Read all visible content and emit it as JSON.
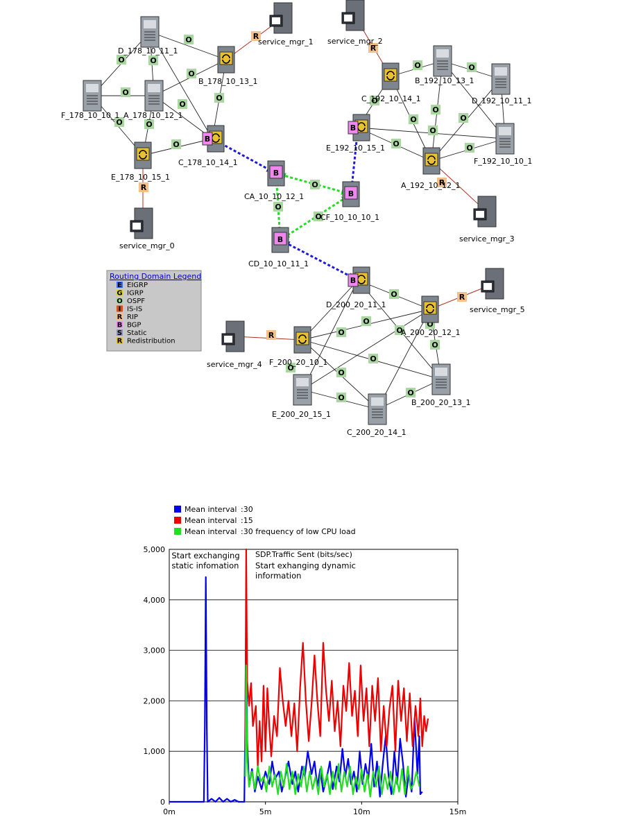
{
  "network": {
    "nodes": [
      {
        "id": "D_178",
        "label": "D_178_10_11_1",
        "kind": "server"
      },
      {
        "id": "B_178",
        "label": "B_178_10_13_1",
        "kind": "router"
      },
      {
        "id": "F_178",
        "label": "F_178_10_10_1",
        "kind": "server"
      },
      {
        "id": "A_178",
        "label": "A_178_10_12_1",
        "kind": "server"
      },
      {
        "id": "C_178",
        "label": "C_178_10_14_1",
        "kind": "bgp-router"
      },
      {
        "id": "E_178",
        "label": "E_178_10_15_1",
        "kind": "router"
      },
      {
        "id": "SM0",
        "label": "service_mgr_0",
        "kind": "manager"
      },
      {
        "id": "SM1",
        "label": "service_mgr_1",
        "kind": "manager"
      },
      {
        "id": "SM2",
        "label": "service_mgr_2",
        "kind": "manager"
      },
      {
        "id": "C_192",
        "label": "C_192_10_14_1",
        "kind": "router"
      },
      {
        "id": "B_192",
        "label": "B_192_10_13_1",
        "kind": "server"
      },
      {
        "id": "D_192",
        "label": "D_192_10_11_1",
        "kind": "server"
      },
      {
        "id": "E_192",
        "label": "E_192_10_15_1",
        "kind": "bgp-router"
      },
      {
        "id": "F_192",
        "label": "F_192_10_10_1",
        "kind": "server"
      },
      {
        "id": "A_192",
        "label": "A_192_10_12_1",
        "kind": "router"
      },
      {
        "id": "SM3",
        "label": "service_mgr_3",
        "kind": "manager"
      },
      {
        "id": "CA",
        "label": "CA_10_10_12_1",
        "kind": "bgp"
      },
      {
        "id": "CF",
        "label": "CF_10_10_10_1",
        "kind": "bgp"
      },
      {
        "id": "CD",
        "label": "CD_10_10_11_1",
        "kind": "bgp"
      },
      {
        "id": "D_200",
        "label": "D_200_20_11_1",
        "kind": "bgp-router"
      },
      {
        "id": "A_200",
        "label": "A_200_20_12_1",
        "kind": "router"
      },
      {
        "id": "SM5",
        "label": "service_mgr_5",
        "kind": "manager"
      },
      {
        "id": "SM4",
        "label": "service_mgr_4",
        "kind": "manager"
      },
      {
        "id": "F_200",
        "label": "F_200_20_10_1",
        "kind": "router"
      },
      {
        "id": "E_200",
        "label": "E_200_20_15_1",
        "kind": "server"
      },
      {
        "id": "B_200",
        "label": "B_200_20_13_1",
        "kind": "server"
      },
      {
        "id": "C_200",
        "label": "C_200_20_14_1",
        "kind": "server"
      }
    ],
    "badge_letters": {
      "ospf": "O",
      "rip": "R",
      "bgp": "B"
    },
    "colors": {
      "ospf_badge": "#a8d8a0",
      "rip_badge": "#f5c08a",
      "bgp_badge": "#ee88ee",
      "router": "#e8c030",
      "bgp_link": "#1a1adc",
      "core_link": "#22dd22",
      "rip_link": "#b03020"
    }
  },
  "legend": {
    "title": "Routing Domain Legend",
    "items": [
      {
        "code": "E",
        "name": "EIGRP",
        "color": "#3a6ee8"
      },
      {
        "code": "G",
        "name": "IGRP",
        "color": "#e0d030"
      },
      {
        "code": "O",
        "name": "OSPF",
        "color": "#a8d8a0"
      },
      {
        "code": "I",
        "name": "IS-IS",
        "color": "#d05020"
      },
      {
        "code": "R",
        "name": "RIP",
        "color": "#f5c08a"
      },
      {
        "code": "B",
        "name": "BGP",
        "color": "#ee88ee"
      },
      {
        "code": "S",
        "name": "Static",
        "color": "#9090c0"
      },
      {
        "code": "R",
        "name": "Redistribution",
        "color": "#e8c030"
      }
    ]
  },
  "chart_data": {
    "type": "line",
    "title": "SDP.Traffic Sent (bits/sec)",
    "xlabel": "",
    "ylabel": "",
    "xlim": [
      0,
      15
    ],
    "ylim": [
      0,
      5000
    ],
    "x_ticks": [
      "0m",
      "5m",
      "10m",
      "15m"
    ],
    "y_ticks": [
      "0",
      "1,000",
      "2,000",
      "3,000",
      "4,000",
      "5,000"
    ],
    "grid": true,
    "legend_position": "top-left",
    "series": [
      {
        "name": "Mean interval",
        "legend_value": "30",
        "color": "#0000ee",
        "points": [
          [
            0,
            0
          ],
          [
            1.8,
            0
          ],
          [
            1.85,
            1500
          ],
          [
            1.9,
            4450
          ],
          [
            1.95,
            1500
          ],
          [
            2.0,
            0
          ],
          [
            2.2,
            60
          ],
          [
            2.4,
            0
          ],
          [
            2.6,
            80
          ],
          [
            2.8,
            0
          ],
          [
            3.0,
            60
          ],
          [
            3.2,
            0
          ],
          [
            3.4,
            40
          ],
          [
            3.6,
            0
          ],
          [
            3.9,
            0
          ],
          [
            3.95,
            1500
          ],
          [
            4.0,
            3900
          ],
          [
            4.05,
            1200
          ],
          [
            4.15,
            300
          ],
          [
            4.3,
            650
          ],
          [
            4.45,
            200
          ],
          [
            4.6,
            500
          ],
          [
            4.8,
            250
          ],
          [
            5.0,
            600
          ],
          [
            5.2,
            350
          ],
          [
            5.35,
            800
          ],
          [
            5.5,
            450
          ],
          [
            5.7,
            600
          ],
          [
            5.85,
            200
          ],
          [
            6.0,
            450
          ],
          [
            6.2,
            800
          ],
          [
            6.4,
            350
          ],
          [
            6.55,
            600
          ],
          [
            6.7,
            200
          ],
          [
            6.9,
            700
          ],
          [
            7.05,
            500
          ],
          [
            7.2,
            1000
          ],
          [
            7.4,
            550
          ],
          [
            7.55,
            800
          ],
          [
            7.7,
            300
          ],
          [
            7.85,
            650
          ],
          [
            8.0,
            200
          ],
          [
            8.2,
            500
          ],
          [
            8.35,
            800
          ],
          [
            8.5,
            250
          ],
          [
            8.7,
            700
          ],
          [
            8.85,
            400
          ],
          [
            9.0,
            1050
          ],
          [
            9.15,
            500
          ],
          [
            9.3,
            850
          ],
          [
            9.45,
            350
          ],
          [
            9.6,
            600
          ],
          [
            9.75,
            200
          ],
          [
            9.9,
            1000
          ],
          [
            10.05,
            350
          ],
          [
            10.2,
            750
          ],
          [
            10.35,
            450
          ],
          [
            10.5,
            1150
          ],
          [
            10.65,
            300
          ],
          [
            10.8,
            800
          ],
          [
            10.95,
            100
          ],
          [
            11.1,
            750
          ],
          [
            11.25,
            1300
          ],
          [
            11.4,
            500
          ],
          [
            11.55,
            150
          ],
          [
            11.7,
            1000
          ],
          [
            11.85,
            350
          ],
          [
            12.0,
            1250
          ],
          [
            12.15,
            750
          ],
          [
            12.3,
            100
          ],
          [
            12.45,
            550
          ],
          [
            12.6,
            200
          ],
          [
            12.75,
            1650
          ],
          [
            12.9,
            550
          ],
          [
            13.0,
            1300
          ],
          [
            13.05,
            150
          ],
          [
            13.15,
            200
          ]
        ]
      },
      {
        "name": "Mean interval",
        "legend_value": "15",
        "color": "#ee0000",
        "points": [
          [
            3.95,
            1000
          ],
          [
            4.0,
            5000
          ],
          [
            4.05,
            2400
          ],
          [
            4.15,
            1900
          ],
          [
            4.25,
            2350
          ],
          [
            4.35,
            1500
          ],
          [
            4.5,
            1900
          ],
          [
            4.6,
            700
          ],
          [
            4.7,
            1600
          ],
          [
            4.8,
            800
          ],
          [
            4.9,
            2300
          ],
          [
            5.0,
            1000
          ],
          [
            5.1,
            2250
          ],
          [
            5.2,
            1500
          ],
          [
            5.3,
            900
          ],
          [
            5.45,
            1700
          ],
          [
            5.6,
            1300
          ],
          [
            5.75,
            2650
          ],
          [
            5.9,
            2000
          ],
          [
            6.05,
            1500
          ],
          [
            6.2,
            2000
          ],
          [
            6.35,
            1300
          ],
          [
            6.5,
            1950
          ],
          [
            6.65,
            1000
          ],
          [
            6.8,
            2250
          ],
          [
            6.95,
            3150
          ],
          [
            7.1,
            2000
          ],
          [
            7.25,
            1200
          ],
          [
            7.4,
            1950
          ],
          [
            7.55,
            2900
          ],
          [
            7.7,
            2000
          ],
          [
            7.85,
            1300
          ],
          [
            8.0,
            3150
          ],
          [
            8.15,
            2200
          ],
          [
            8.3,
            1600
          ],
          [
            8.45,
            2400
          ],
          [
            8.6,
            1400
          ],
          [
            8.75,
            2000
          ],
          [
            8.9,
            1100
          ],
          [
            9.05,
            2300
          ],
          [
            9.2,
            1800
          ],
          [
            9.35,
            2750
          ],
          [
            9.5,
            1700
          ],
          [
            9.65,
            2200
          ],
          [
            9.8,
            1300
          ],
          [
            9.95,
            2700
          ],
          [
            10.1,
            1600
          ],
          [
            10.25,
            2250
          ],
          [
            10.4,
            1100
          ],
          [
            10.55,
            2300
          ],
          [
            10.7,
            1600
          ],
          [
            10.85,
            2450
          ],
          [
            11.0,
            1000
          ],
          [
            11.15,
            1900
          ],
          [
            11.3,
            1100
          ],
          [
            11.45,
            1850
          ],
          [
            11.6,
            2300
          ],
          [
            11.75,
            1000
          ],
          [
            11.9,
            2400
          ],
          [
            12.05,
            1600
          ],
          [
            12.2,
            2250
          ],
          [
            12.35,
            1200
          ],
          [
            12.5,
            2150
          ],
          [
            12.65,
            1100
          ],
          [
            12.8,
            1900
          ],
          [
            12.95,
            1300
          ],
          [
            13.05,
            2050
          ],
          [
            13.15,
            1100
          ],
          [
            13.25,
            1700
          ],
          [
            13.35,
            1400
          ],
          [
            13.45,
            1650
          ]
        ]
      },
      {
        "name": "Mean interval",
        "legend_value": "30 frequency of low CPU load",
        "color": "#22dd22",
        "points": [
          [
            3.95,
            500
          ],
          [
            4.0,
            2700
          ],
          [
            4.05,
            800
          ],
          [
            4.15,
            300
          ],
          [
            4.3,
            600
          ],
          [
            4.45,
            250
          ],
          [
            4.6,
            700
          ],
          [
            4.75,
            400
          ],
          [
            4.9,
            500
          ],
          [
            5.05,
            200
          ],
          [
            5.2,
            700
          ],
          [
            5.35,
            300
          ],
          [
            5.5,
            550
          ],
          [
            5.65,
            150
          ],
          [
            5.8,
            600
          ],
          [
            5.95,
            300
          ],
          [
            6.1,
            750
          ],
          [
            6.25,
            250
          ],
          [
            6.4,
            600
          ],
          [
            6.55,
            150
          ],
          [
            6.7,
            550
          ],
          [
            6.85,
            300
          ],
          [
            7.0,
            700
          ],
          [
            7.15,
            200
          ],
          [
            7.3,
            600
          ],
          [
            7.45,
            250
          ],
          [
            7.6,
            500
          ],
          [
            7.75,
            150
          ],
          [
            7.9,
            700
          ],
          [
            8.05,
            300
          ],
          [
            8.2,
            550
          ],
          [
            8.35,
            150
          ],
          [
            8.5,
            600
          ],
          [
            8.65,
            250
          ],
          [
            8.8,
            750
          ],
          [
            8.95,
            200
          ],
          [
            9.1,
            600
          ],
          [
            9.25,
            300
          ],
          [
            9.4,
            700
          ],
          [
            9.55,
            150
          ],
          [
            9.7,
            500
          ],
          [
            9.85,
            250
          ],
          [
            10.0,
            650
          ],
          [
            10.15,
            200
          ],
          [
            10.3,
            550
          ],
          [
            10.45,
            100
          ],
          [
            10.6,
            600
          ],
          [
            10.75,
            300
          ],
          [
            10.9,
            700
          ],
          [
            11.05,
            150
          ],
          [
            11.2,
            550
          ],
          [
            11.35,
            250
          ],
          [
            11.5,
            600
          ],
          [
            11.65,
            150
          ],
          [
            11.8,
            500
          ],
          [
            11.95,
            200
          ],
          [
            12.1,
            650
          ],
          [
            12.25,
            150
          ],
          [
            12.4,
            700
          ],
          [
            12.55,
            250
          ],
          [
            12.7,
            350
          ],
          [
            12.85,
            600
          ],
          [
            13.0,
            300
          ]
        ]
      }
    ],
    "annotations": [
      {
        "text": "Start exchanging",
        "x": 0.05,
        "y": 4820
      },
      {
        "text": "static infomation",
        "x": 0.05,
        "y": 4620
      },
      {
        "text": "Start exhanging dynamic",
        "x": 4.4,
        "y": 4620
      },
      {
        "text": "information",
        "x": 4.4,
        "y": 4420
      }
    ],
    "y_top_label_extra": ""
  }
}
